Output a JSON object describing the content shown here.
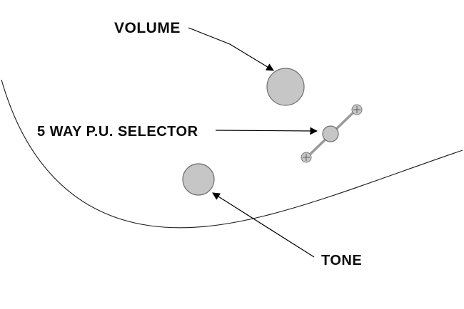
{
  "diagram": {
    "labels": {
      "volume": "VOLUME",
      "selector": "5 WAY P.U. SELECTOR",
      "tone": "TONE"
    },
    "colors": {
      "background": "#ffffff",
      "line": "#000000",
      "knob_fill": "#c6c6c6",
      "knob_stroke": "#6e6e6e"
    },
    "components": [
      {
        "id": "volume-knob",
        "label": "VOLUME"
      },
      {
        "id": "pickup-selector-switch",
        "label": "5 WAY P.U. SELECTOR"
      },
      {
        "id": "tone-knob",
        "label": "TONE"
      }
    ]
  }
}
